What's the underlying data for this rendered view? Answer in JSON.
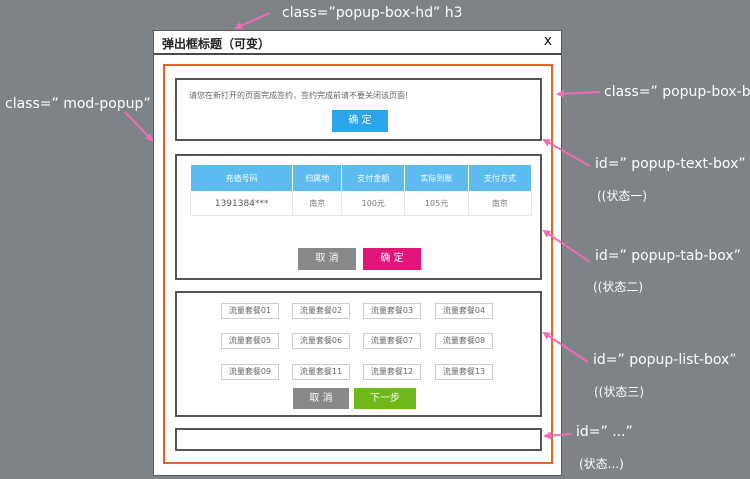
{
  "annotations": {
    "hd": "class=”popup-box-hd” h3",
    "mod": "class=” mod-popup”",
    "bd": "class=” popup-box-bd”",
    "text_box": "id=” popup-text-box”",
    "text_state": "((状态一)",
    "tab_box": "id=” popup-tab-box”",
    "tab_state": "((状态二)",
    "list_box": "id=” popup-list-box”",
    "list_state": "((状态三)",
    "more_box": "id=” ...”",
    "more_state": "(状态...)"
  },
  "popup": {
    "title": "弹出框标题（可变）",
    "close": "x"
  },
  "text_box": {
    "message": "请您在新打开的页面完成签约，签约完成前请不要关闭该页面!",
    "confirm": "确 定"
  },
  "tab_box": {
    "headers": [
      "充值号码",
      "归属地",
      "支付金额",
      "实际到账",
      "支付方式"
    ],
    "rows": [
      [
        "1391384***",
        "南京",
        "100元",
        "105元",
        "南京"
      ]
    ],
    "cancel": "取 消",
    "confirm": "确 定"
  },
  "list_box": {
    "packages": [
      "流量套餐01",
      "流量套餐02",
      "流量套餐03",
      "流量套餐04",
      "流量套餐05",
      "流量套餐06",
      "流量套餐07",
      "流量套餐08",
      "流量套餐09",
      "流量套餐11",
      "流量套餐12",
      "流量套餐13"
    ],
    "cancel": "取 消",
    "next": "下一步"
  },
  "colors": {
    "background": "#7d8386",
    "arrow": "#f06bb8",
    "bd_border": "#e8632a",
    "blue": "#2aa5ea",
    "pink": "#e2157c",
    "green": "#6fb81b",
    "grey": "#888888"
  }
}
